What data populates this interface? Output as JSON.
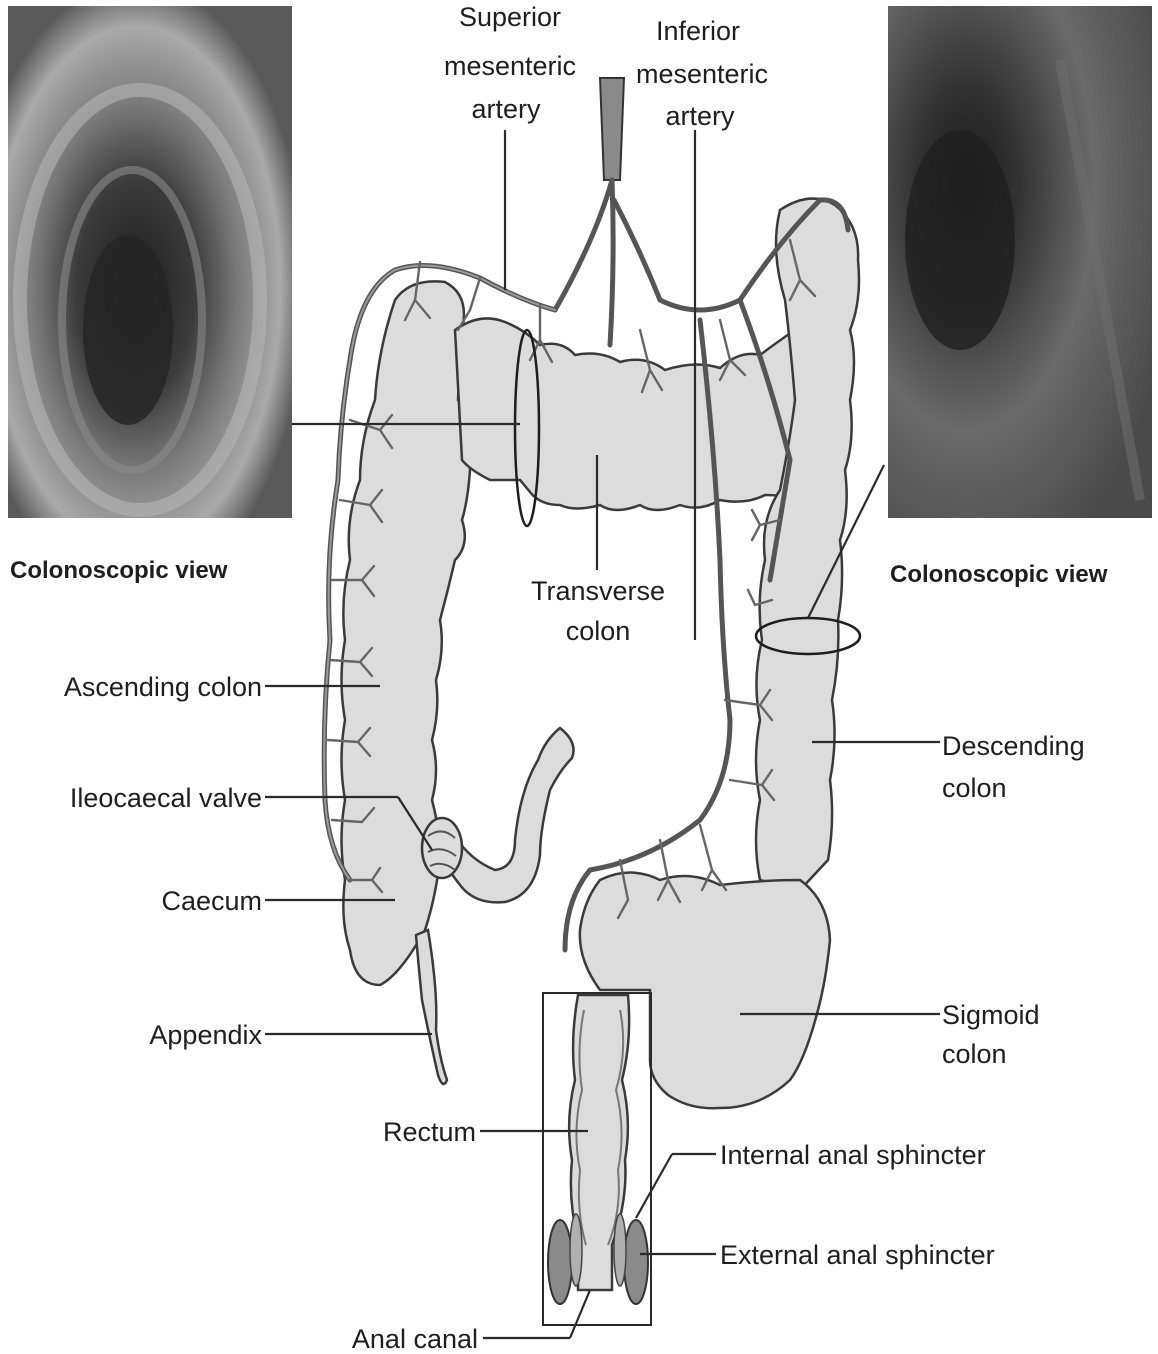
{
  "arteries": {
    "superior": "Superior mesenteric artery",
    "superior_lines": [
      "Superior",
      "mesenteric",
      "artery"
    ],
    "inferior": "Inferior mesenteric artery",
    "inferior_lines": [
      "Inferior",
      "mesenteric",
      "artery"
    ]
  },
  "views": {
    "left_caption": "Colonoscopic view",
    "right_caption": "Colonoscopic view"
  },
  "labels": {
    "transverse_colon": [
      "Transverse",
      "colon"
    ],
    "ascending_colon": "Ascending colon",
    "ileocaecal_valve": "Ileocaecal valve",
    "caecum": "Caecum",
    "appendix": "Appendix",
    "descending_colon": [
      "Descending",
      "colon"
    ],
    "sigmoid_colon": [
      "Sigmoid",
      "colon"
    ],
    "rectum": "Rectum",
    "internal_anal_sphincter": "Internal anal sphincter",
    "external_anal_sphincter": "External anal sphincter",
    "anal_canal": "Anal canal"
  },
  "colors": {
    "colon_fill": "#dcdcdc",
    "vessel": "#555555",
    "photo_dark": "#3a3a3a"
  }
}
